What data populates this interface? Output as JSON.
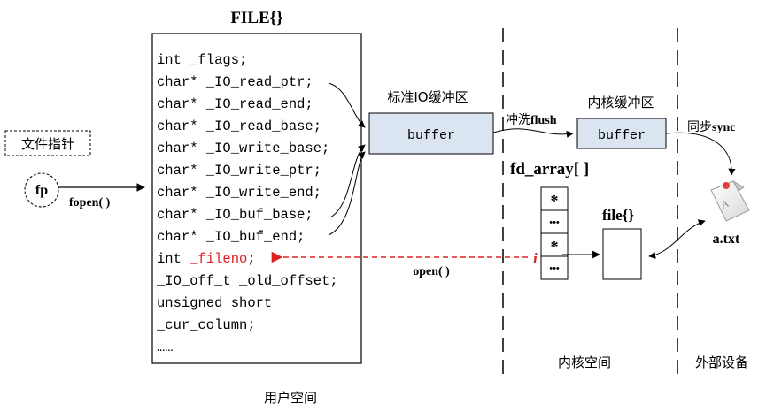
{
  "title": "FILE{}",
  "file_fields": [
    "int _flags;",
    "char* _IO_read_ptr;",
    "char* _IO_read_end;",
    "char* _IO_read_base;",
    "char* _IO_write_base;",
    "char* _IO_write_ptr;",
    "char* _IO_write_end;",
    "char* _IO_buf_base;",
    "char* _IO_buf_end;",
    "int ",
    "_IO_off_t _old_offset;",
    "unsigned short",
    "_cur_column;",
    "……"
  ],
  "fileno_field": "_fileno",
  "fileno_suffix": ";",
  "file_pointer_label": "文件指针",
  "fp_label": "fp",
  "fopen_label": "fopen( )",
  "std_buffer_title": "标准IO缓冲区",
  "std_buffer_label": "buffer",
  "flush_label_cn": "冲洗",
  "flush_label_en": "flush",
  "kernel_buffer_title": "内核缓冲区",
  "kernel_buffer_label": "buffer",
  "sync_label_cn": "同步",
  "sync_label_en": "sync",
  "fd_array_title": "fd_array[ ]",
  "fd_cells": [
    "*",
    "•••",
    "*",
    "•••"
  ],
  "fd_index_label": "i",
  "kernel_file_title": "file{}",
  "open_label": "open( )",
  "file_name": "a.txt",
  "region_user": "用户空间",
  "region_kernel": "内核空间",
  "region_device": "外部设备",
  "colors": {
    "buffer_fill": "#dbe5f1",
    "highlight": "#e02020",
    "line": "#000000"
  }
}
